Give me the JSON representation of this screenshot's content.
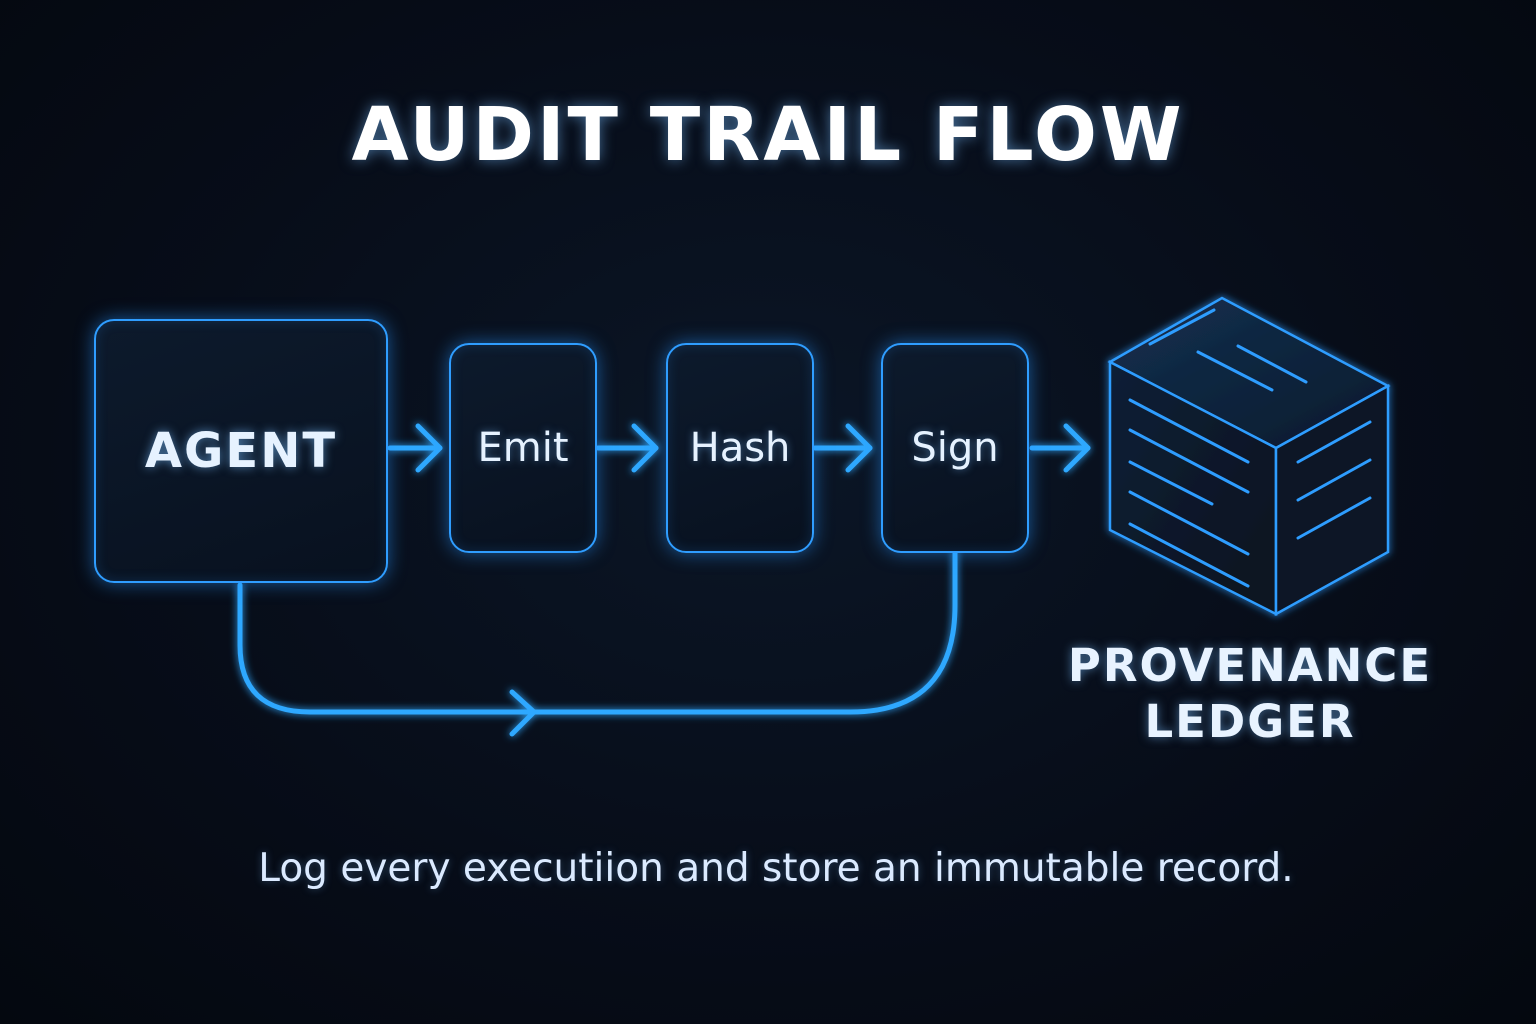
{
  "title": "AUDIT TRAIL FLOW",
  "nodes": {
    "agent": "AGENT",
    "emit": "Emit",
    "hash": "Hash",
    "sign": "Sign"
  },
  "ledger": {
    "line1": "PROVENANCE",
    "line2": "LEDGER",
    "icon": "ledger-cube-icon"
  },
  "caption": "Log every executiion and store an immutable record.",
  "colors": {
    "background": "#060b16",
    "accent": "#2f9dff",
    "text": "#ffffff"
  }
}
